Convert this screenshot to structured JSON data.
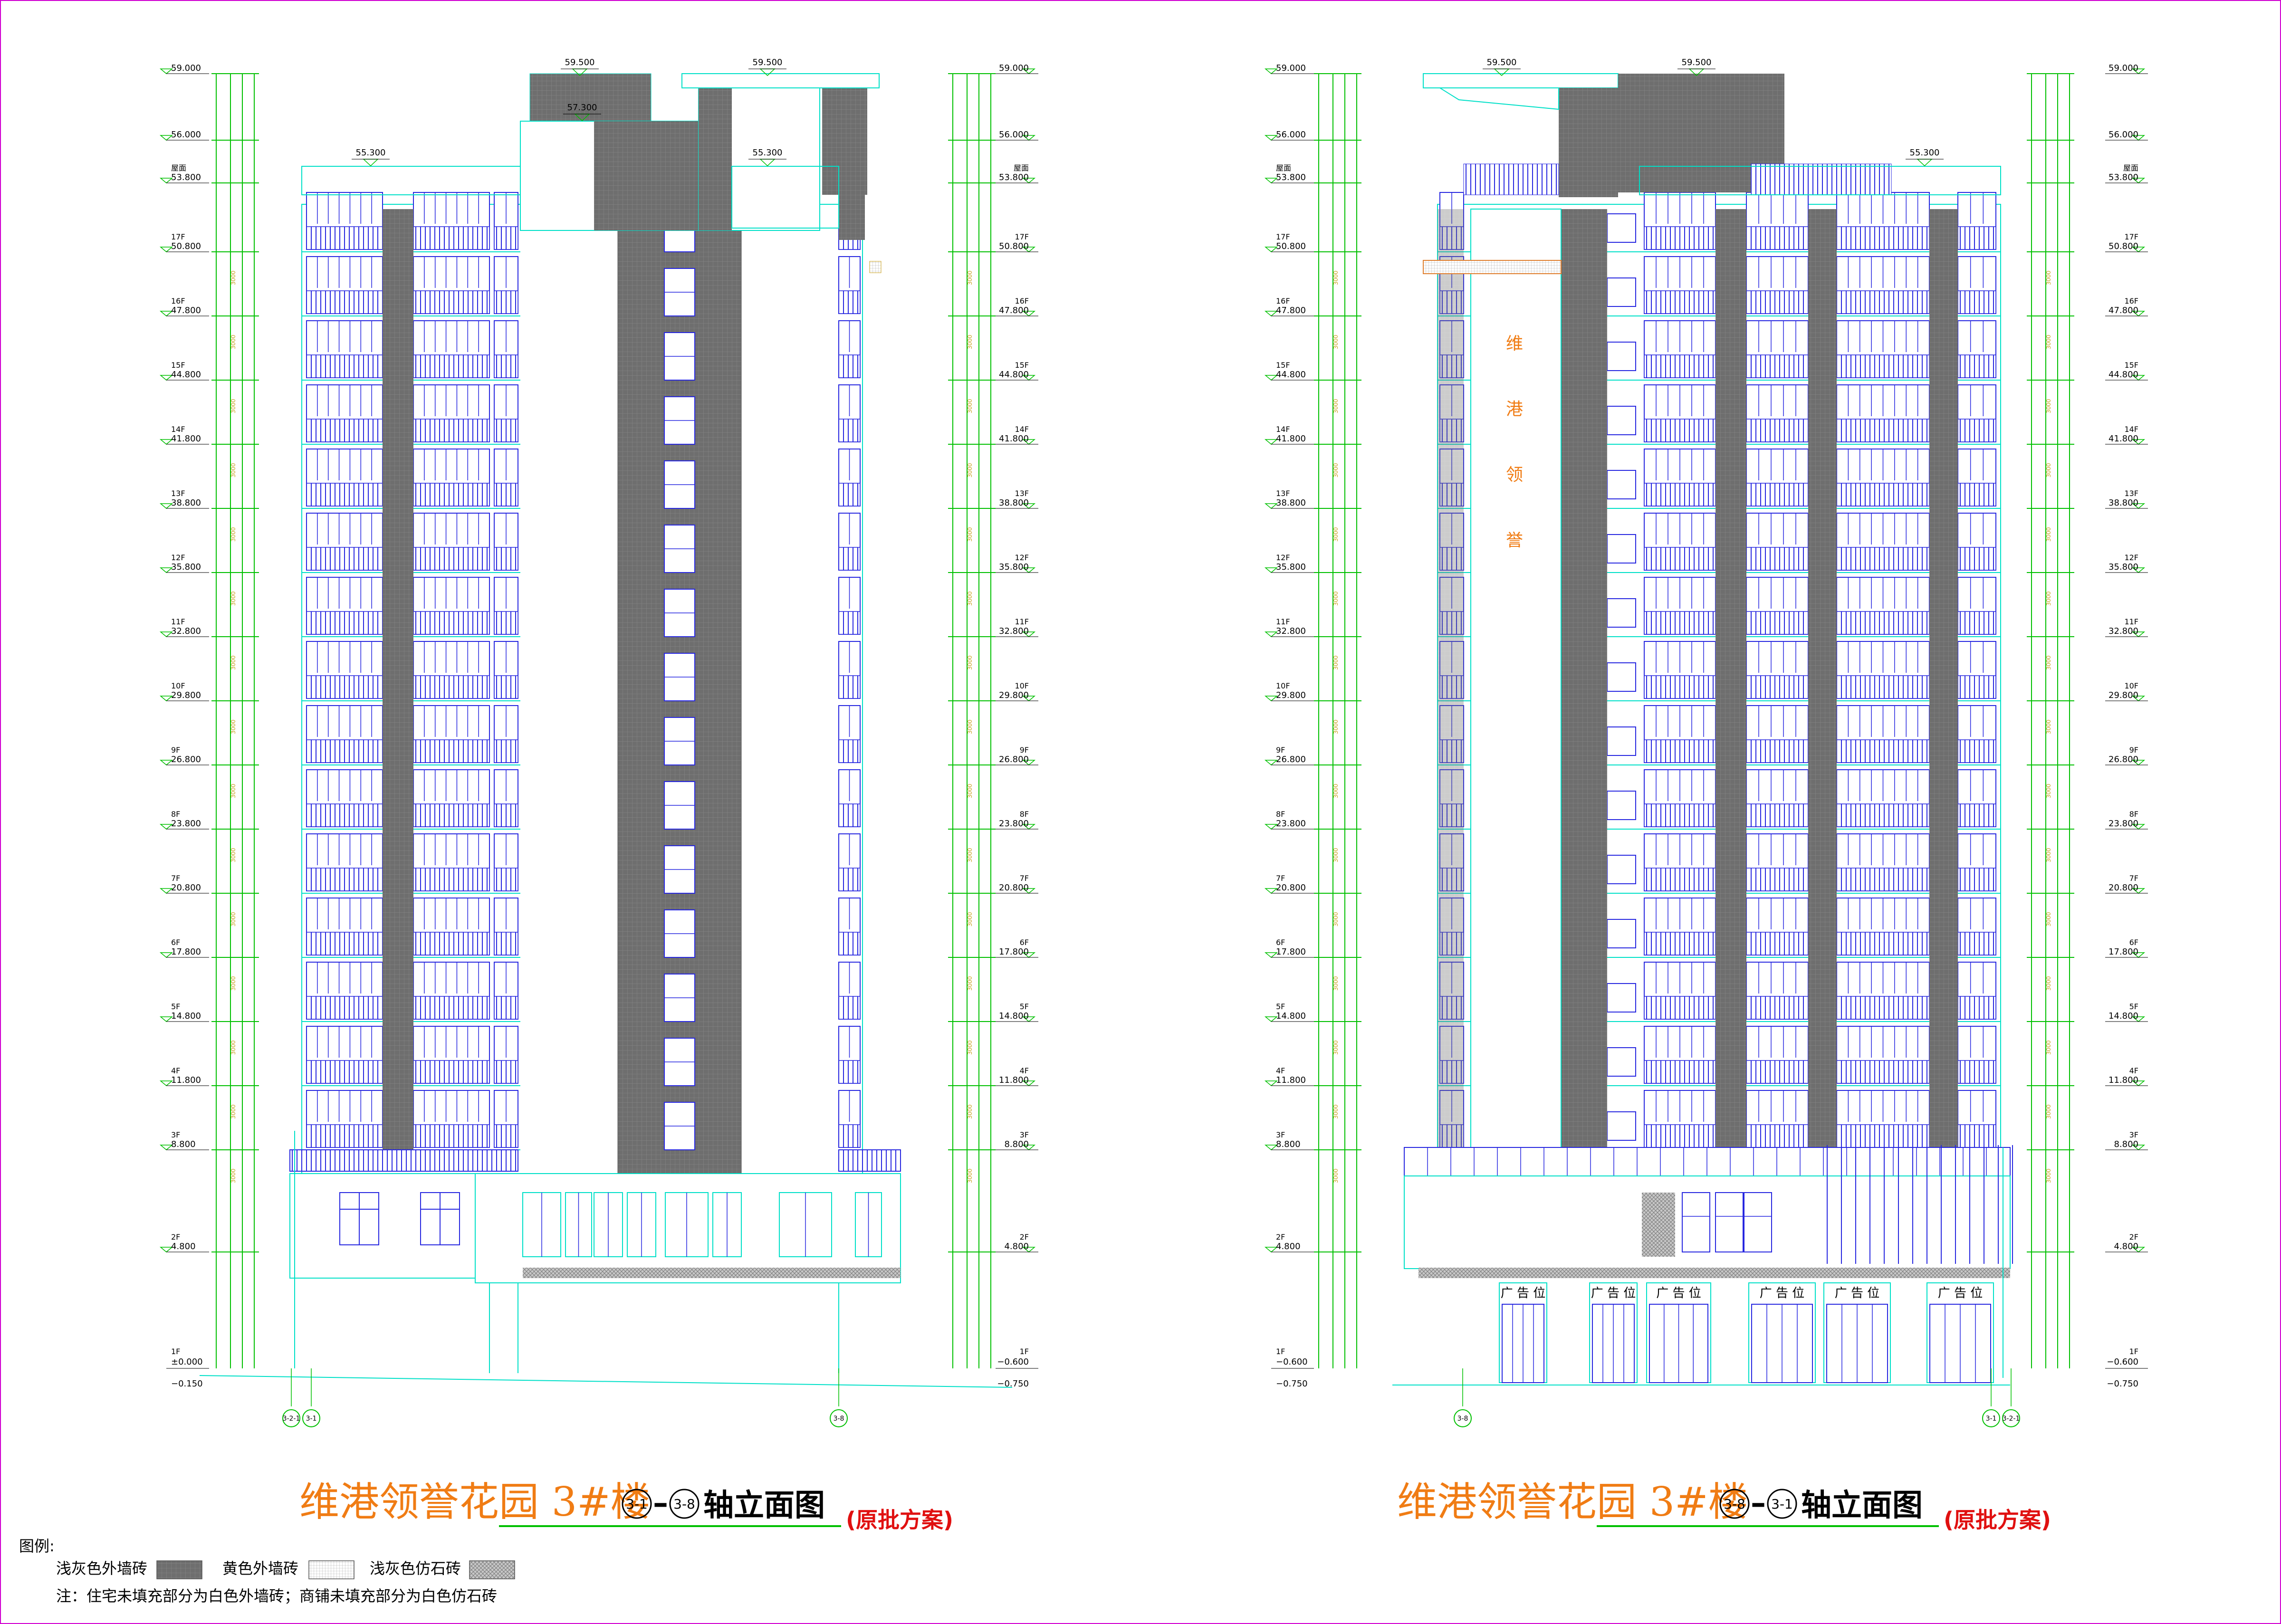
{
  "elevations": [
    {
      "floor": "",
      "value": "59.000"
    },
    {
      "floor": "",
      "value": "56.000"
    },
    {
      "floor": "屋面",
      "value": "53.800"
    },
    {
      "floor": "17F",
      "value": "50.800"
    },
    {
      "floor": "16F",
      "value": "47.800"
    },
    {
      "floor": "15F",
      "value": "44.800"
    },
    {
      "floor": "14F",
      "value": "41.800"
    },
    {
      "floor": "13F",
      "value": "38.800"
    },
    {
      "floor": "12F",
      "value": "35.800"
    },
    {
      "floor": "11F",
      "value": "32.800"
    },
    {
      "floor": "10F",
      "value": "29.800"
    },
    {
      "floor": "9F",
      "value": "26.800"
    },
    {
      "floor": "8F",
      "value": "23.800"
    },
    {
      "floor": "7F",
      "value": "20.800"
    },
    {
      "floor": "6F",
      "value": "17.800"
    },
    {
      "floor": "5F",
      "value": "14.800"
    },
    {
      "floor": "4F",
      "value": "11.800"
    },
    {
      "floor": "3F",
      "value": "8.800"
    },
    {
      "floor": "2F",
      "value": "4.800"
    }
  ],
  "left_view": {
    "base_left": {
      "floor": "1F",
      "value": "±0.000",
      "below": "−0.150"
    },
    "base_right": {
      "floor": "1F",
      "value": "−0.600",
      "below": "−0.750"
    },
    "top_marks": [
      "59.500",
      "59.500",
      "57.300",
      "55.300",
      "55.300"
    ],
    "axes": [
      "3-2-1",
      "3-1",
      "3-8"
    ],
    "title": {
      "main": "维港领誉花园  3#楼",
      "from": "3-1",
      "to": "3-8",
      "suffix": "轴立面图",
      "note": "(原批方案)"
    }
  },
  "right_view": {
    "base_left": {
      "floor": "1F",
      "value": "−0.600",
      "below": "−0.750"
    },
    "base_right": {
      "floor": "1F",
      "value": "−0.600",
      "below": "−0.750"
    },
    "top_marks": [
      "59.500",
      "59.500",
      "55.300"
    ],
    "axes": [
      "3-8",
      "3-1",
      "3-2-1"
    ],
    "sign_chars": [
      "维",
      "港",
      "领",
      "誉"
    ],
    "ad_label": "广 告 位",
    "title": {
      "main": "维港领誉花园  3#楼",
      "from": "3-8",
      "to": "3-1",
      "suffix": "轴立面图",
      "note": "(原批方案)"
    }
  },
  "legend": {
    "heading": "图例:",
    "items": [
      "浅灰色外墙砖",
      "黄色外墙砖",
      "浅灰色仿石砖"
    ],
    "note": "注：住宅未填充部分为白色外墙砖；商铺未填充部分为白色仿石砖"
  },
  "colors": {
    "frame": "#d000d0",
    "outline": "#00e0c8",
    "dim_green": "#00c000",
    "window_blue": "#2828e0",
    "dark_tile": "#6e6e6e",
    "title_orange": "#f07c14",
    "note_red": "#e01010"
  }
}
